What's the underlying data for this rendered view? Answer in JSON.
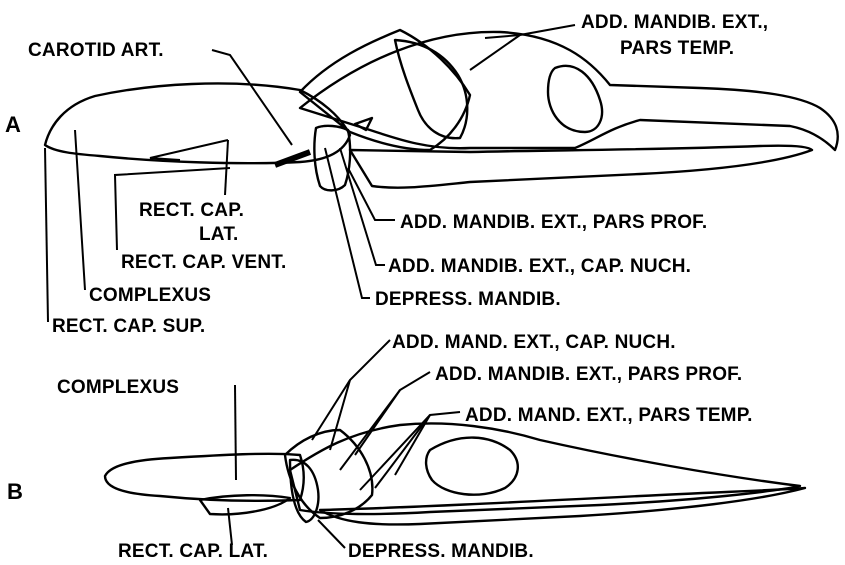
{
  "panels": {
    "a": "A",
    "b": "B"
  },
  "labels_a": {
    "add_mandib_ext_pars_temp_1": "ADD. MANDIB. EXT.,",
    "add_mandib_ext_pars_temp_2": "PARS TEMP.",
    "carotid_art": "CAROTID ART.",
    "rect_cap_lat_1": "RECT. CAP.",
    "rect_cap_lat_2": "LAT.",
    "rect_cap_vent": "RECT. CAP. VENT.",
    "complexus": "COMPLEXUS",
    "rect_cap_sup": "RECT. CAP. SUP.",
    "add_mandib_ext_pars_prof": "ADD. MANDIB. EXT., PARS PROF.",
    "add_mandib_ext_cap_nuch": "ADD. MANDIB. EXT., CAP. NUCH.",
    "depress_mandib": "DEPRESS. MANDIB."
  },
  "labels_b": {
    "add_mand_ext_cap_nuch": "ADD. MAND. EXT., CAP. NUCH.",
    "add_mandib_ext_pars_prof": "ADD. MANDIB. EXT., PARS PROF.",
    "complexus": "COMPLEXUS",
    "add_mand_ext_pars_temp": "ADD. MAND. EXT., PARS TEMP.",
    "rect_cap_lat": "RECT. CAP. LAT.",
    "depress_mandib": "DEPRESS. MANDIB."
  }
}
